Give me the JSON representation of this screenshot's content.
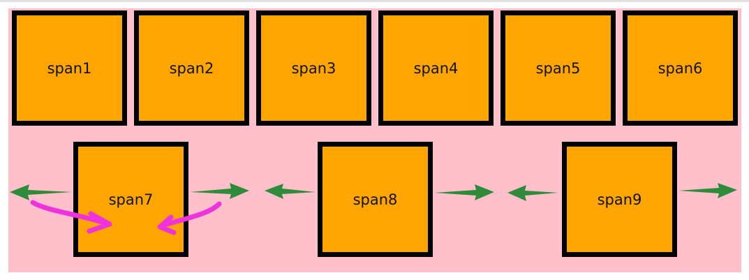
{
  "spans": [
    {
      "label": "span1"
    },
    {
      "label": "span2"
    },
    {
      "label": "span3"
    },
    {
      "label": "span4"
    },
    {
      "label": "span5"
    },
    {
      "label": "span6"
    },
    {
      "label": "span7"
    },
    {
      "label": "span8"
    },
    {
      "label": "span9"
    }
  ],
  "colors": {
    "container_background": "#ffc0cb",
    "box_fill": "#ffa500",
    "box_border": "#000000",
    "spacing_arrow": "#2e8b3a",
    "annotation_arrow": "#ee33dd"
  }
}
